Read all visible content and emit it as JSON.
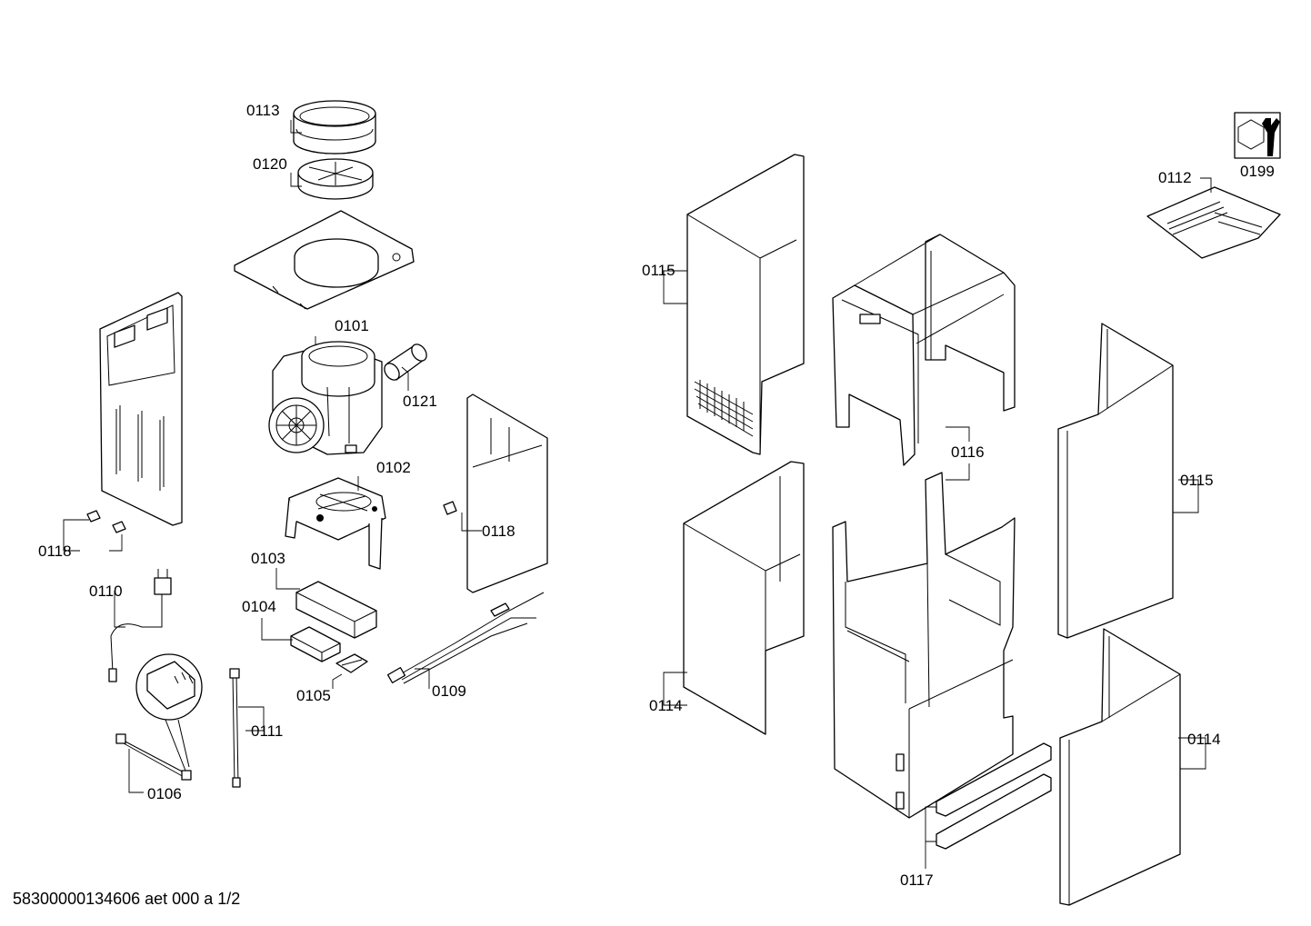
{
  "footer": "58300000134606 aet 000 a 1/2",
  "labels": {
    "p0101": "0101",
    "p0102": "0102",
    "p0103": "0103",
    "p0104": "0104",
    "p0105": "0105",
    "p0106": "0106",
    "p0109": "0109",
    "p0110": "0110",
    "p0111": "0111",
    "p0112": "0112",
    "p0113": "0113",
    "p0114a": "0114",
    "p0114b": "0114",
    "p0115a": "0115",
    "p0115b": "0115",
    "p0116": "0116",
    "p0117": "0117",
    "p0118a": "0118",
    "p0118b": "0118",
    "p0120": "0120",
    "p0121": "0121",
    "p0199": "0199"
  }
}
